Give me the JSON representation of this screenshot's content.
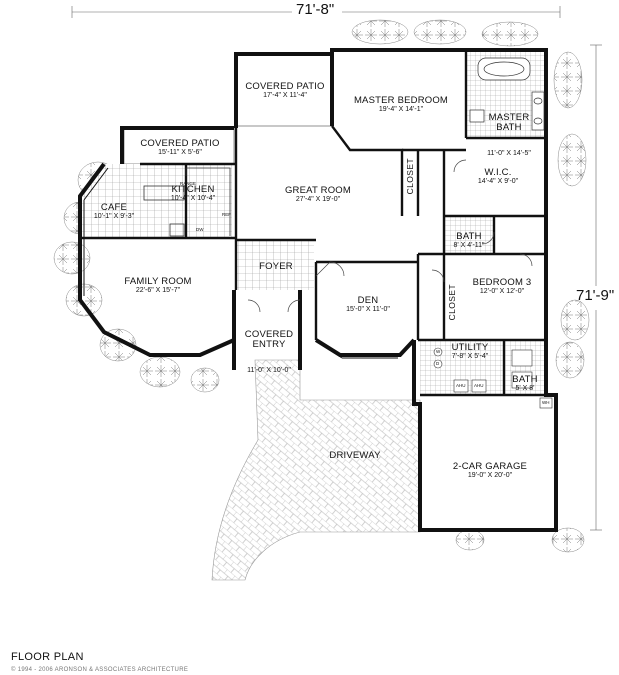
{
  "dimensions": {
    "width": "71'-8\"",
    "depth": "71'-9\""
  },
  "rooms": {
    "covered_patio_rear": {
      "name": "COVERED PATIO",
      "size": "17'-4\" X 11'-4\""
    },
    "master_bedroom": {
      "name": "MASTER BEDROOM",
      "size": "19'-4\" X 14'-1\""
    },
    "master_bath": {
      "name": "MASTER\nBATH",
      "size": "11'-0\" X 14'-5\""
    },
    "covered_patio_side": {
      "name": "COVERED PATIO",
      "size": "15'-11\" X 5'-6\""
    },
    "kitchen": {
      "name": "KITCHEN",
      "size": "10'-4\" X 10'-4\""
    },
    "cafe": {
      "name": "CAFE",
      "size": "10'-1\" X 9'-3\""
    },
    "great_room": {
      "name": "GREAT ROOM",
      "size": "27'-4\" X 19'-0\""
    },
    "wic": {
      "name": "W.I.C.",
      "size": "14'-4\" X 9'-0\""
    },
    "bath2": {
      "name": "BATH",
      "size": "8' X 4'-11\""
    },
    "family_room": {
      "name": "FAMILY ROOM",
      "size": "22'-6\" X 15'-7\""
    },
    "foyer": {
      "name": "FOYER",
      "size": ""
    },
    "den": {
      "name": "DEN",
      "size": "15'-0\" X 11'-0\""
    },
    "bedroom3": {
      "name": "BEDROOM 3",
      "size": "12'-0\" X 12'-0\""
    },
    "covered_entry": {
      "name": "COVERED\nENTRY",
      "size": "11'-0\" X 10'-0\""
    },
    "utility": {
      "name": "UTILITY",
      "size": "7'-8\" X 5'-4\""
    },
    "bath3": {
      "name": "BATH",
      "size": "5' X 8'"
    },
    "driveway": {
      "name": "DRIVEWAY",
      "size": ""
    },
    "garage": {
      "name": "2-CAR GARAGE",
      "size": "19'-0\" X 20'-0\""
    }
  },
  "closets": {
    "closet_a": "CLOSET",
    "closet_b": "CLOSET"
  },
  "fixtures": {
    "range": "RANGE",
    "dw": "DW",
    "ref": "REF",
    "ahu_1": "AHU",
    "ahu_2": "AHU",
    "wh": "WH",
    "washer": "W",
    "dryer": "D"
  },
  "footer": {
    "title": "FLOOR PLAN",
    "copyright": "© 1994 - 2006 ARONSON & ASSOCIATES ARCHITECTURE"
  }
}
